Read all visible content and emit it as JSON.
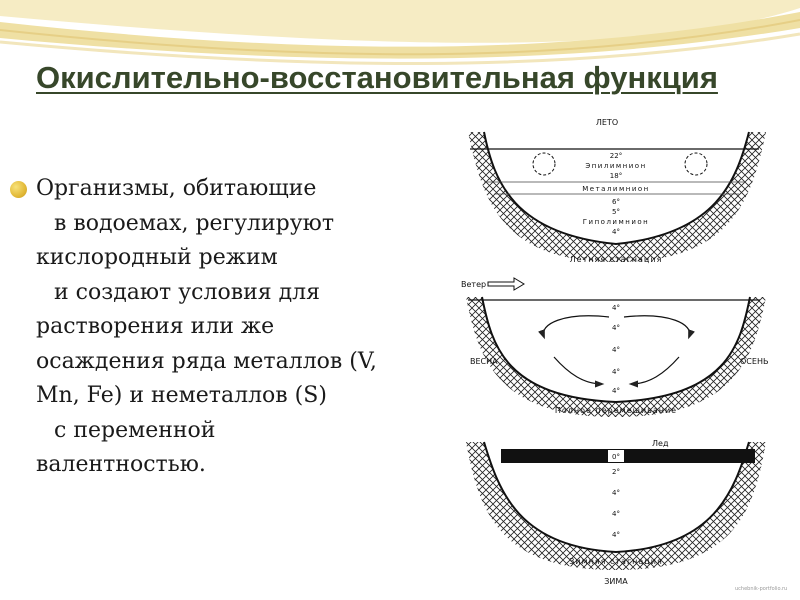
{
  "slide": {
    "title": "Окислительно-восстановительная функция",
    "bullet_lines": [
      "Организмы, обитающие",
      "в водоемах, регулируют",
      "кислородный режим",
      "и создают условия для",
      "растворения или же",
      "осаждения ряда металлов (V,",
      "Mn, Fe) и неметаллов (S)",
      "с переменной",
      "валентностью."
    ],
    "watermark": "uchebnik-portfolio.ru"
  },
  "diagram": {
    "summer": {
      "season": "ЛЕТО",
      "layers": [
        "Эпилимнион",
        "Металимнион",
        "Гиполимнион"
      ],
      "temps": [
        "22°",
        "18°",
        "6°",
        "5°",
        "4°"
      ],
      "caption": "Летняя стагнация"
    },
    "mixing": {
      "wind": "Ветер",
      "spring": "ВЕСНА",
      "autumn": "ОСЕНЬ",
      "temps": [
        "4°",
        "4°",
        "4°",
        "4°",
        "4°"
      ],
      "caption": "Полное перемешивание"
    },
    "winter": {
      "ice": "Лед",
      "temps": [
        "0°",
        "2°",
        "4°",
        "4°",
        "4°"
      ],
      "caption": "Зимняя стагнация",
      "season": "ЗИМА"
    }
  },
  "colors": {
    "title": "#37472a",
    "bullet": "#e2b938",
    "wave": "#f3e3a3",
    "ice": "#111111"
  }
}
